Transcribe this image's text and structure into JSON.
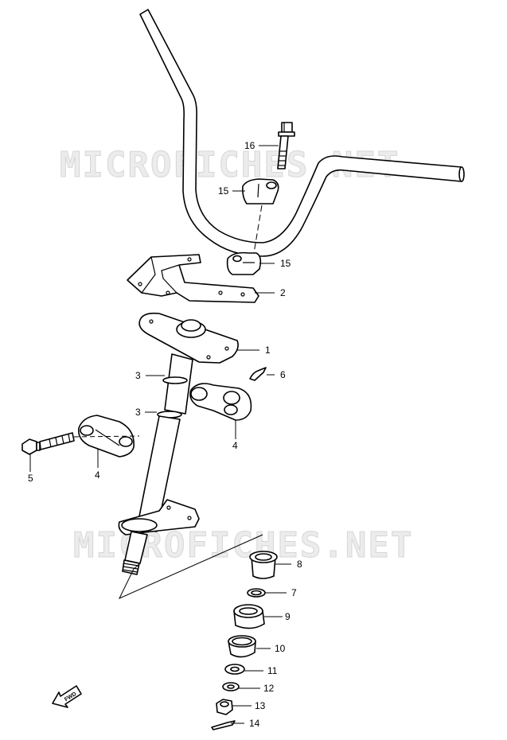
{
  "watermark": "MICROFICHES.NET",
  "fwd_label": "FWD",
  "callouts": {
    "c1": "1",
    "c2": "2",
    "c3a": "3",
    "c3b": "3",
    "c4a": "4",
    "c4b": "4",
    "c5": "5",
    "c6": "6",
    "c7": "7",
    "c8": "8",
    "c9": "9",
    "c10": "10",
    "c11": "11",
    "c12": "12",
    "c13": "13",
    "c14": "14",
    "c15a": "15",
    "c15b": "15",
    "c16": "16"
  }
}
